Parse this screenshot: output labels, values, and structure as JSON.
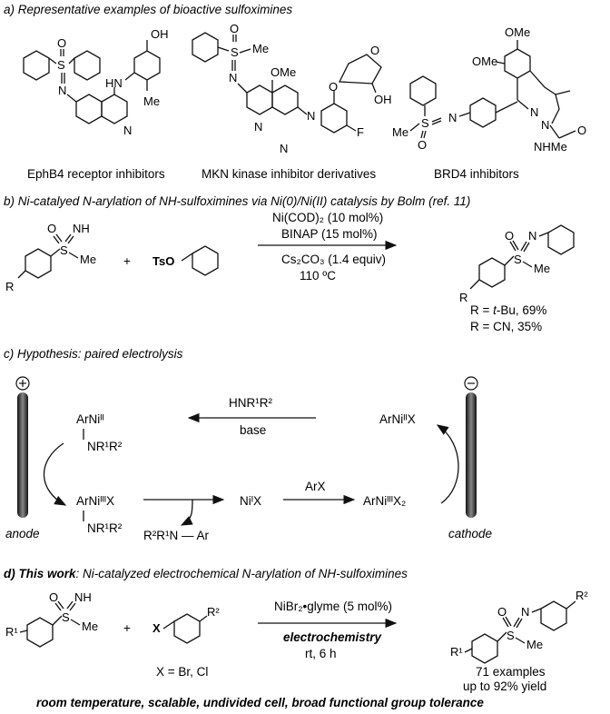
{
  "sections": {
    "a": {
      "title": "a) Representative examples of bioactive sulfoximines",
      "labels": [
        "EphB4 receptor inhibitors",
        "MKN kinase inhibitor derivatives",
        "BRD4 inhibitors"
      ]
    },
    "b": {
      "title": "b) Ni-catalyed N-arylation of NH-sulfoximines via Ni(0)/Ni(II) catalysis by Bolm (ref. 11)",
      "reagent": "TsO",
      "cond_top1": "Ni(COD)₂ (10 mol%)",
      "cond_top2": "BINAP (15 mol%)",
      "cond_bot1": "Cs₂CO₃ (1.4 equiv)",
      "cond_bot2": "110 ºC",
      "result1_prefix": "R = ",
      "result1_r": "t",
      "result1_suffix": "-Bu, 69%",
      "result2": "R = CN, 35%"
    },
    "c": {
      "title": "c) Hypothesis: paired electrolysis",
      "anode": "anode",
      "cathode": "cathode",
      "arrow1_top": "HNR¹R²",
      "arrow1_bot": "base",
      "arrow2": "ArX",
      "sp_arni_ii_top": "ArNiᴵᴵ",
      "sp_amine_top": "NR¹R²",
      "sp_arni_iii_x": "ArNiᴵᴵᴵX",
      "sp_amine_bot": "NR¹R²",
      "sp_ni_i_x": "NiᴵX",
      "sp_arni_iii_x2": "ArNiᴵᴵᴵX₂",
      "sp_arni_ii_x": "ArNiᴵᴵX",
      "product": "R²R¹N — Ar"
    },
    "d": {
      "title_bold": "d) This work",
      "title_rest": ": Ni-catalyzed electrochemical N-arylation of NH-sulfoximines",
      "cond_top": "NiBr₂•glyme (5 mol%)",
      "cond_mid": "electrochemistry",
      "cond_bot": "rt, 6 h",
      "x_def": "X = Br, Cl",
      "examples": "71 examples",
      "yield": "up to 92% yield",
      "footer": "room temperature, scalable, undivided cell, broad functional group tolerance"
    }
  },
  "atoms": {
    "S": "S",
    "O": "O",
    "N": "N",
    "NH": "NH",
    "Me": "Me",
    "HN": "HN",
    "OH": "OH",
    "OMe": "OMe",
    "F": "F",
    "NHMe": "NHMe",
    "R": "R",
    "R1": "R¹",
    "R2": "R²",
    "X": "X",
    "plus": "+"
  },
  "colors": {
    "ink": "#111111",
    "electrode": "#333333"
  }
}
